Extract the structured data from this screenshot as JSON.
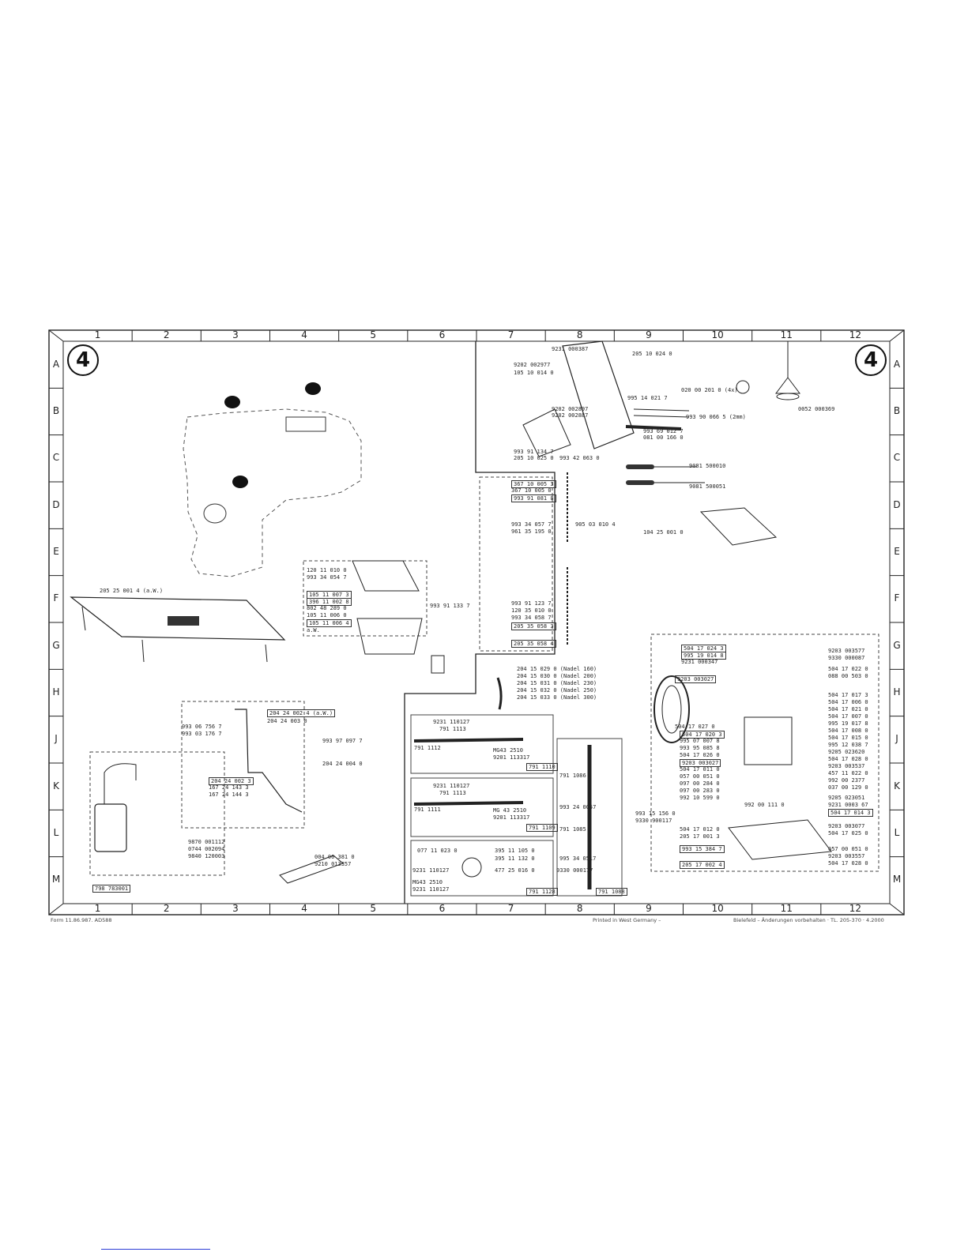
{
  "sheet": {
    "number": "4",
    "columns": [
      "1",
      "2",
      "3",
      "4",
      "5",
      "6",
      "7",
      "8",
      "9",
      "10",
      "11",
      "12"
    ],
    "rows": [
      "A",
      "B",
      "C",
      "D",
      "E",
      "F",
      "G",
      "H",
      "J",
      "K",
      "L",
      "M"
    ],
    "footer": {
      "left": "Form 11.86.987. AD588",
      "center": "Printed in West Germany –",
      "right": "Bielefeld – Änderungen vorbehalten · TL. 205-370     · 4.2000"
    }
  },
  "labels": {
    "top_center": [
      "9231 000387",
      "205 10 024 0",
      "9202 002977",
      "105 10 014 0",
      "9202 002897",
      "9202 002887",
      "993 91 134 7",
      "205 10 025 0",
      "993 42 063 0"
    ],
    "tools": [
      "995 14 021 7",
      "020 00 201 0 (4x)",
      "0052 000369",
      "993 90 066 5 (2mm)",
      "993 69 012 7",
      "081 00 166 0",
      "9081 500010",
      "9081 500051",
      "104 25 001 0"
    ],
    "bracket_group": [
      "367 10 005 3",
      "367 10 005 0",
      "993 91 081 8",
      "993 34 057 7",
      "961 35 195 0",
      "993 91 123 7",
      "120 35 010 0",
      "993 34 058 7",
      "205 35 058 3",
      "205 35 058 4",
      "905 03 010 4"
    ],
    "table_group": [
      "205 25 001 4 (a.W.)"
    ],
    "oil_pan_group": [
      "120 11 010 0",
      "993 34 054 7",
      "105 11 007 3",
      "396 11 002 8",
      "802 48 289 0",
      "105 11 006 0",
      "105 11 006 4",
      "a.W.",
      "993 91 133 7"
    ],
    "needles": [
      "204 15 029 0 (Nadel 160)",
      "204 15 030 0 (Nadel 200)",
      "204 15 031 0 (Nadel 230)",
      "204 15 032 0 (Nadel 250)",
      "204 15 033 0 (Nadel 300)"
    ],
    "knee_lever": [
      "204 24 002 4 (a.W.)",
      "204 24 003 0",
      "993 06 756 7",
      "993 03 176 7",
      "993 97 097 7",
      "204 24 004 0",
      "204 24 002 3",
      "167 24 143 3",
      "167 24 144 3"
    ],
    "motor_switch": [
      "9870 001112",
      "0744 002094",
      "9840 120003",
      "798 783001"
    ],
    "guide": [
      "004 00 381 0",
      "9210 013357"
    ],
    "ruler_1": [
      "9231 110127",
      "791 1113",
      "791 1112",
      "MG43 2510",
      "9201 113317",
      "791 1110"
    ],
    "ruler_2": [
      "9231 110127",
      "791 1113",
      "791 1111",
      "MG 43 2510",
      "9201 113317",
      "791 1109"
    ],
    "ruler_3": [
      "077 11 023 0",
      "395 11 105 0",
      "395 11 132 0",
      "9231 110127",
      "477 25 016 0",
      "MG43 2510",
      "9231 110127",
      "791 1128"
    ],
    "stand": [
      "791 1086",
      "993 24 0057",
      "791 1085",
      "995 34 0517",
      "9330 000177",
      "791 1088"
    ],
    "winder": [
      "504 17 024 3",
      "995 19 014 8",
      "9231 000347",
      "9203 003027",
      "9203 003577",
      "9330 000087",
      "504 17 022 0",
      "088 00 503 0",
      "504 17 017 3",
      "504 17 006 0",
      "504 17 021 0",
      "504 17 007 0",
      "995 19 017 8",
      "504 17 008 0",
      "504 17 015 0",
      "995 12 038 7",
      "9205 023620",
      "504 17 028 0",
      "9203 003537",
      "457 11 022 0",
      "992 00 2377",
      "037 00 129 0",
      "504 17 027 0",
      "504 17 020 3",
      "995 07 007 8",
      "993 95 085 8",
      "504 17 026 0",
      "9203 003027",
      "504 17 011 0",
      "057 00 051 0",
      "097 00 284 0",
      "097 00 283 0",
      "992 10 599 0",
      "992 00 111 0",
      "9205 023051",
      "9231 0003 67",
      "504 17 014 3",
      "993 15 156 0",
      "9330 900117",
      "504 17 012 0",
      "205 17 001 3",
      "9203 003077",
      "504 17 025 0",
      "993 15 384 7",
      "057 00 051 0",
      "9203 003557",
      "205 17 002 4",
      "504 17 028 0"
    ]
  }
}
